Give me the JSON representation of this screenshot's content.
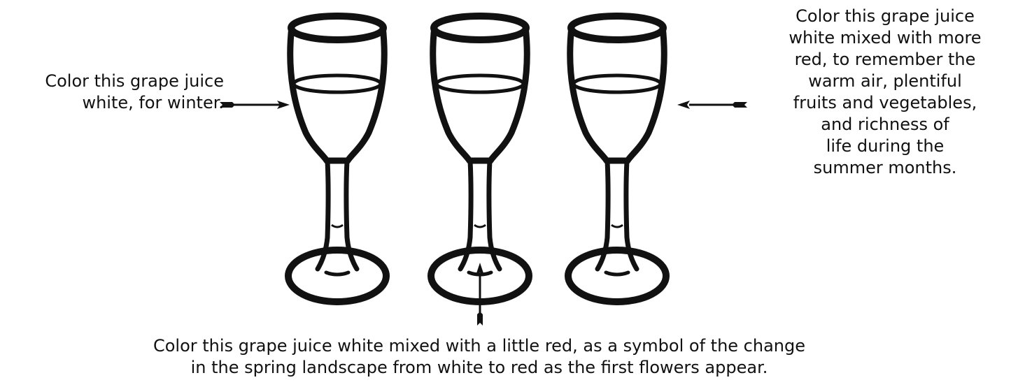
{
  "captions": {
    "winter": {
      "lines": [
        "Color this grape juice",
        "white, for  winter."
      ]
    },
    "summer": {
      "lines": [
        "Color this grape juice",
        "white mixed with more",
        "red, to remember the",
        "warm air, plentiful",
        "fruits and vegetables,",
        "and richness of",
        "life during the",
        "summer months."
      ]
    },
    "spring": {
      "lines": [
        "Color this grape juice white mixed with a little red, as a symbol of the change",
        "in the spring landscape from white to red as the first flowers appear."
      ]
    }
  },
  "colors": {
    "ink": "#111111",
    "paper": "#ffffff"
  },
  "icons": [
    "wine-glass-icon",
    "arrow-icon"
  ]
}
